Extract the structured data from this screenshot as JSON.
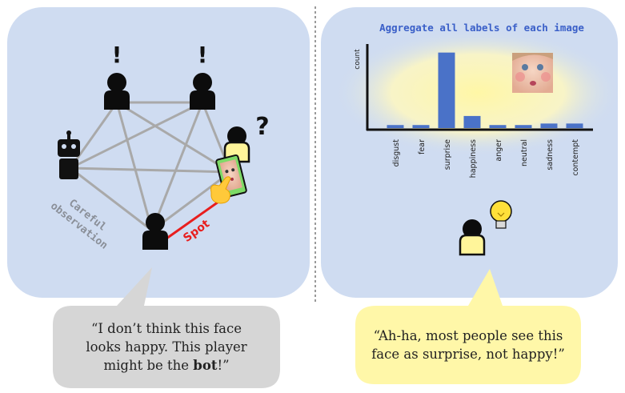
{
  "chart_data": {
    "type": "bar",
    "title": "Aggregate all labels of each image",
    "ylabel": "count",
    "xlabel": "",
    "categories": [
      "disgust",
      "fear",
      "surprise",
      "happiness",
      "anger",
      "neutral",
      "sadness",
      "contempt"
    ],
    "values": [
      2,
      2,
      50,
      8,
      2,
      2,
      3,
      3
    ],
    "ylim": [
      0,
      53
    ],
    "grid": false,
    "legend": "none",
    "bar_color": "#4a72c8"
  },
  "left_panel": {
    "exclaim_1": "!",
    "exclaim_2": "!",
    "question": "?",
    "observation_line1": "Careful",
    "observation_line2": "observation",
    "spot_label": "Spot"
  },
  "bubbles": {
    "left_line1": "“I don’t think this face",
    "left_line2": "looks happy. This player",
    "left_line3_pre": "might be the ",
    "left_line3_bold": "bot",
    "left_line3_post": "!”",
    "right_line1": "“Ah-ha, most people see this",
    "right_line2": "face as surprise, not happy!”"
  },
  "colors": {
    "panel_bg": "#cfdcf1",
    "left_bubble": "#d6d6d6",
    "right_bubble": "#fff7a8",
    "spot_line": "#e81e1e",
    "network_edge": "#a9a9a9",
    "title_blue": "#3a5fc8",
    "highlight_yellow": "#fff9b0"
  }
}
